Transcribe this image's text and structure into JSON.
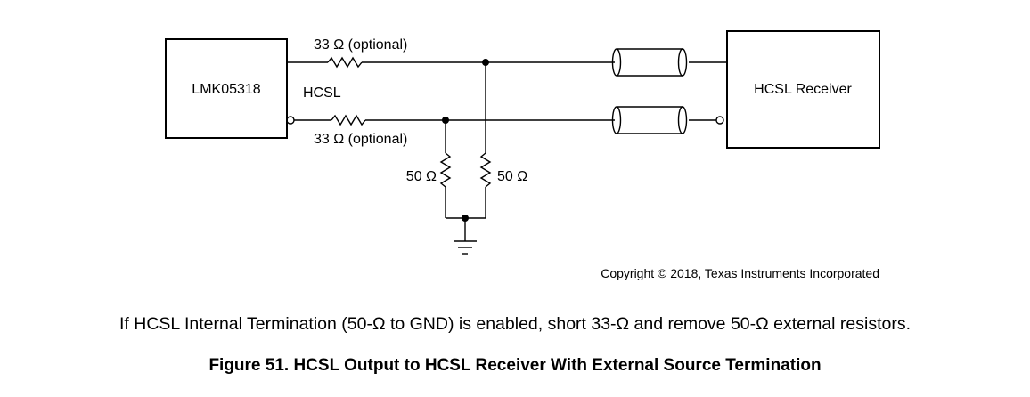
{
  "diagram": {
    "source_block": "LMK05318",
    "receiver_block": "HCSL Receiver",
    "signal_label": "HCSL",
    "series_resistor_top": "33 Ω (optional)",
    "series_resistor_bottom": "33 Ω (optional)",
    "shunt_resistor_left": "50 Ω",
    "shunt_resistor_right": "50 Ω",
    "copyright": "Copyright © 2018, Texas Instruments Incorporated"
  },
  "note": "If HCSL Internal Termination (50-Ω to GND) is enabled, short 33-Ω and remove 50-Ω external resistors.",
  "caption": "Figure 51.  HCSL Output to HCSL Receiver With External Source Termination"
}
